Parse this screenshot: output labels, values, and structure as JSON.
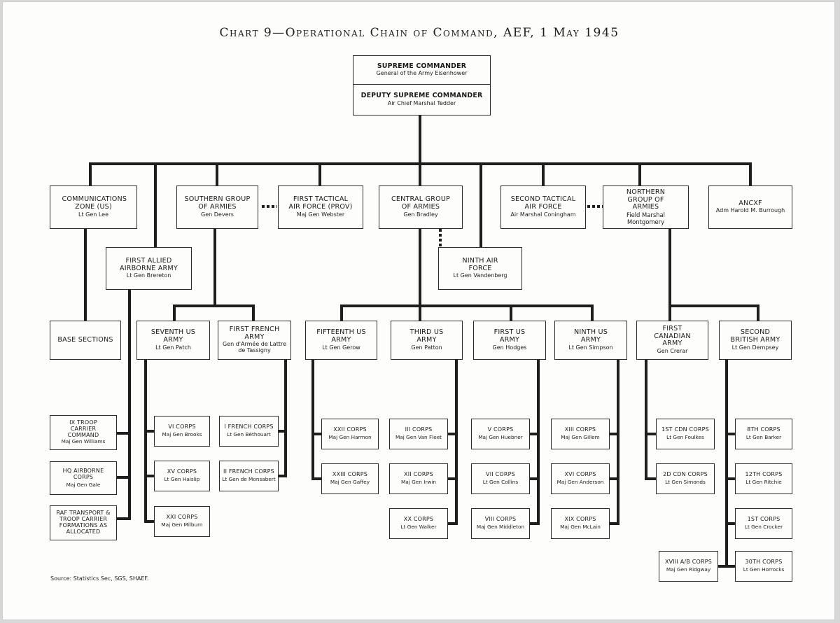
{
  "title": "Chart 9—Operational Chain of Command, AEF, 1 May 1945",
  "source": "Source: Statistics Sec, SGS, SHAEF.",
  "supreme": {
    "name": "SUPREME COMMANDER",
    "cmdr": "General of the Army Eisenhower"
  },
  "deputy": {
    "name": "DEPUTY SUPREME COMMANDER",
    "cmdr": "Air Chief Marshal Tedder"
  },
  "units": {
    "comz": {
      "name": "COMMUNICATIONS ZONE (US)",
      "cmdr": "Lt Gen Lee"
    },
    "base": {
      "name": "BASE SECTIONS",
      "cmdr": ""
    },
    "faaa": {
      "name": "FIRST ALLIED AIRBORNE ARMY",
      "cmdr": "Lt Gen Brereton"
    },
    "ix_troop": {
      "name": "IX TROOP CARRIER COMMAND",
      "cmdr": "Maj Gen Williams"
    },
    "hq_airborne": {
      "name": "HQ AIRBORNE CORPS",
      "cmdr": "Maj Gen Gale"
    },
    "raf": {
      "name": "RAF TRANSPORT & TROOP CARRIER FORMATIONS AS ALLOCATED",
      "cmdr": ""
    },
    "southern": {
      "name": "SOUTHERN GROUP OF ARMIES",
      "cmdr": "Gen Devers"
    },
    "first_taf": {
      "name": "FIRST TACTICAL AIR FORCE (PROV)",
      "cmdr": "Maj Gen Webster"
    },
    "seventh": {
      "name": "SEVENTH US ARMY",
      "cmdr": "Lt Gen Patch"
    },
    "first_french": {
      "name": "FIRST FRENCH ARMY",
      "cmdr": "Gen d'Armée de Lattre de Tassigny"
    },
    "vi": {
      "name": "VI CORPS",
      "cmdr": "Maj Gen Brooks"
    },
    "xv": {
      "name": "XV CORPS",
      "cmdr": "Lt Gen Haislip"
    },
    "xxi": {
      "name": "XXI CORPS",
      "cmdr": "Maj Gen Milburn"
    },
    "i_french": {
      "name": "I FRENCH CORPS",
      "cmdr": "Lt Gen Béthouart"
    },
    "ii_french": {
      "name": "II FRENCH CORPS",
      "cmdr": "Lt Gen de Monsabert"
    },
    "central": {
      "name": "CENTRAL GROUP OF ARMIES",
      "cmdr": "Gen Bradley"
    },
    "ninth_af": {
      "name": "NINTH AIR FORCE",
      "cmdr": "Lt Gen Vandenberg"
    },
    "fifteenth": {
      "name": "FIFTEENTH US ARMY",
      "cmdr": "Lt Gen Gerow"
    },
    "third": {
      "name": "THIRD US ARMY",
      "cmdr": "Gen Patton"
    },
    "first_us": {
      "name": "FIRST US ARMY",
      "cmdr": "Gen Hodges"
    },
    "ninth_us": {
      "name": "NINTH US ARMY",
      "cmdr": "Lt Gen Simpson"
    },
    "xxii": {
      "name": "XXII CORPS",
      "cmdr": "Maj Gen Harmon"
    },
    "xxiii": {
      "name": "XXIII CORPS",
      "cmdr": "Maj Gen Gaffey"
    },
    "iii": {
      "name": "III CORPS",
      "cmdr": "Maj Gen Van Fleet"
    },
    "xii": {
      "name": "XII CORPS",
      "cmdr": "Maj Gen Irwin"
    },
    "xx": {
      "name": "XX CORPS",
      "cmdr": "Lt Gen Walker"
    },
    "v": {
      "name": "V CORPS",
      "cmdr": "Maj Gen Huebner"
    },
    "vii": {
      "name": "VII CORPS",
      "cmdr": "Lt Gen Collins"
    },
    "viii": {
      "name": "VIII CORPS",
      "cmdr": "Maj Gen Middleton"
    },
    "xiii": {
      "name": "XIII CORPS",
      "cmdr": "Maj Gen Gillem"
    },
    "xvi": {
      "name": "XVI CORPS",
      "cmdr": "Maj Gen Anderson"
    },
    "xix": {
      "name": "XIX CORPS",
      "cmdr": "Maj Gen McLain"
    },
    "second_taf": {
      "name": "SECOND TACTICAL AIR FORCE",
      "cmdr": "Air Marshal Coningham"
    },
    "northern": {
      "name": "NORTHERN GROUP OF ARMIES",
      "cmdr": "Field Marshal Montgomery"
    },
    "ancxf": {
      "name": "ANCXF",
      "cmdr": "Adm Harold M. Burrough"
    },
    "first_cdn": {
      "name": "FIRST CANADIAN ARMY",
      "cmdr": "Gen Crerar"
    },
    "second_brit": {
      "name": "SECOND BRITISH ARMY",
      "cmdr": "Lt Gen Dempsey"
    },
    "first_cdn_corps": {
      "name": "1ST CDN CORPS",
      "cmdr": "Lt Gen Foulkes"
    },
    "second_cdn_corps": {
      "name": "2D CDN CORPS",
      "cmdr": "Lt Gen Simonds"
    },
    "viii_brit": {
      "name": "8TH CORPS",
      "cmdr": "Lt Gen Barker"
    },
    "xii_brit": {
      "name": "12TH CORPS",
      "cmdr": "Lt Gen Ritchie"
    },
    "i_brit": {
      "name": "1ST CORPS",
      "cmdr": "Lt Gen Crocker"
    },
    "xxx_brit": {
      "name": "30TH CORPS",
      "cmdr": "Lt Gen Horrocks"
    },
    "xviii_ab": {
      "name": "XVIII A/B CORPS",
      "cmdr": "Maj Gen Ridgway"
    }
  }
}
